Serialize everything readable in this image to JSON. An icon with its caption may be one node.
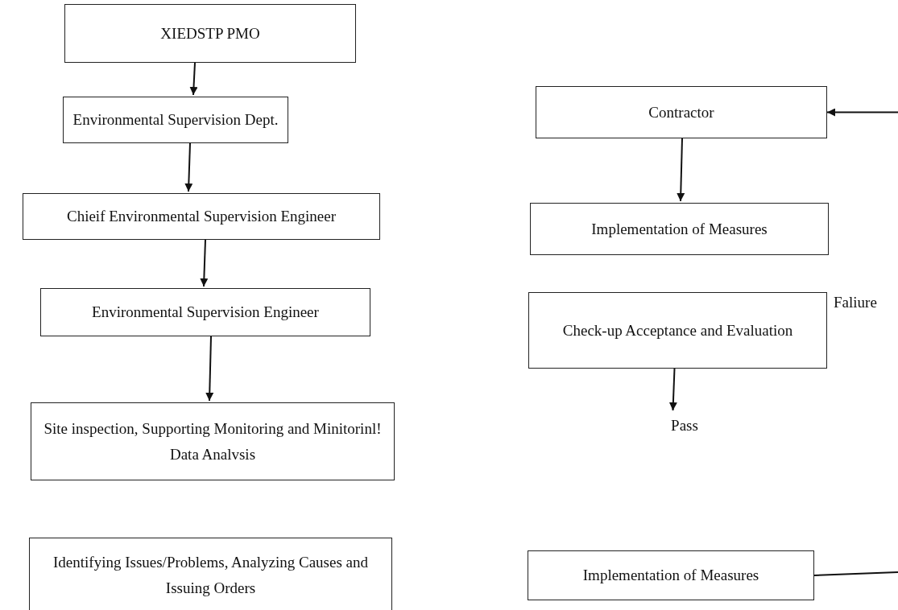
{
  "diagram": {
    "nodes": [
      {
        "text": [
          "XIEDSTP PMO"
        ]
      },
      {
        "text": [
          "Environmental Supervision Dept."
        ]
      },
      {
        "text": [
          "Chieif Environmental Supervision Engineer"
        ]
      },
      {
        "text": [
          "Environmental Supervision Engineer"
        ]
      },
      {
        "text": [
          "Site inspection, Supporting Monitoring and Minitorinl! Data Analvsis"
        ]
      },
      {
        "text": [
          "Identifying Issues/Problems, Analyzing Causes and Issuing Orders"
        ]
      },
      {
        "text": [
          "Contractor"
        ]
      },
      {
        "text": [
          "Implementation of Measures"
        ]
      },
      {
        "text": [
          "Check-up Acceptance and Evaluation"
        ],
        "beside": [
          "Faliure"
        ]
      },
      {
        "text": [
          "Pass"
        ]
      },
      {
        "text": [
          "Implementation of Measures"
        ]
      }
    ],
    "edges": [
      {
        "from": 0,
        "to": 1,
        "arrow": "to"
      },
      {
        "from": 1,
        "to": 2,
        "arrow": "to"
      },
      {
        "from": 2,
        "to": 3,
        "arrow": "to"
      },
      {
        "from": 3,
        "to": 4,
        "arrow": "to"
      },
      {
        "from": null,
        "to": 6,
        "arrow": "to"
      },
      {
        "from": 6,
        "to": 7,
        "arrow": "to"
      },
      {
        "from": 8,
        "to": 9,
        "arrow": "to"
      },
      {
        "from": 10,
        "to": null,
        "arrow": "none"
      }
    ]
  }
}
